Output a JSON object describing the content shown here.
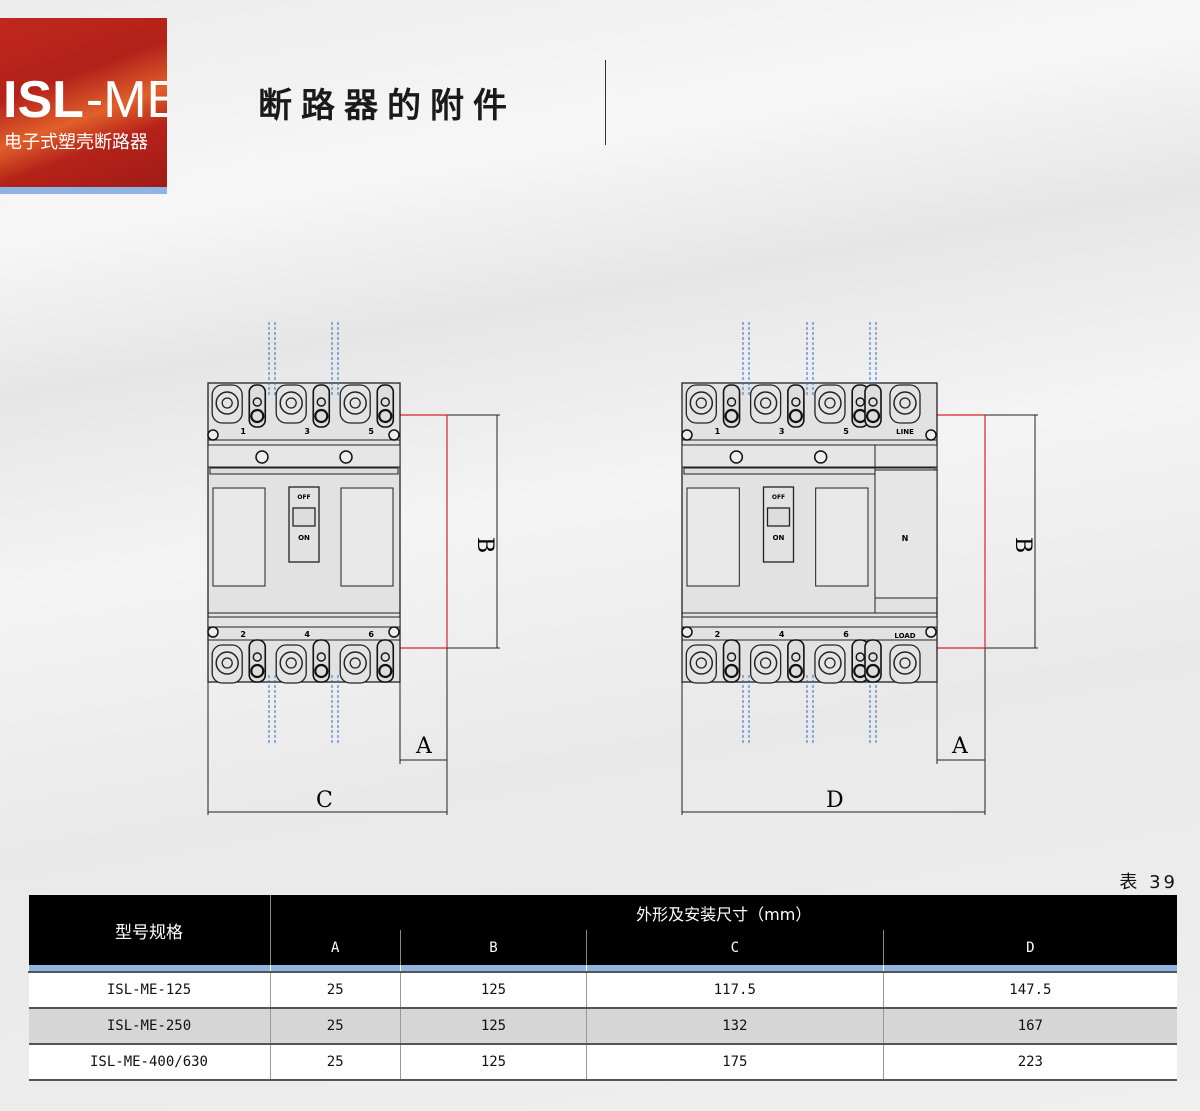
{
  "logo": {
    "brand_bold": "ISL",
    "brand_rest": "-ME",
    "subtitle": "电子式塑壳断路器"
  },
  "page_title": "断路器的附件",
  "drawing_left": {
    "top_terminals": [
      "1",
      "3",
      "5"
    ],
    "bottom_terminals": [
      "2",
      "4",
      "6"
    ],
    "handle_labels": [
      "OFF",
      "ON"
    ],
    "dims": {
      "a": "A",
      "b": "B",
      "c": "C"
    }
  },
  "drawing_right": {
    "top_terminals": [
      "1",
      "3",
      "5"
    ],
    "bottom_terminals": [
      "2",
      "4",
      "6"
    ],
    "line_label": "LINE",
    "load_label": "LOAD",
    "neutral_label": "N",
    "handle_labels": [
      "OFF",
      "ON"
    ],
    "dims": {
      "a": "A",
      "b": "B",
      "d": "D"
    }
  },
  "colors": {
    "logo_red": "#b3211a",
    "accent_blue": "#8db4e2",
    "dim_red": "#d9222a",
    "centerline_blue": "#2a6fd0"
  },
  "table": {
    "number": "表 39",
    "header_model": "型号规格",
    "header_group": "外形及安装尺寸（mm）",
    "columns": [
      "A",
      "B",
      "C",
      "D"
    ],
    "rows": [
      {
        "model": "ISL-ME-125",
        "values": [
          "25",
          "125",
          "117.5",
          "147.5"
        ]
      },
      {
        "model": "ISL-ME-250",
        "values": [
          "25",
          "125",
          "132",
          "167"
        ]
      },
      {
        "model": "ISL-ME-400/630",
        "values": [
          "25",
          "125",
          "175",
          "223"
        ]
      }
    ]
  }
}
